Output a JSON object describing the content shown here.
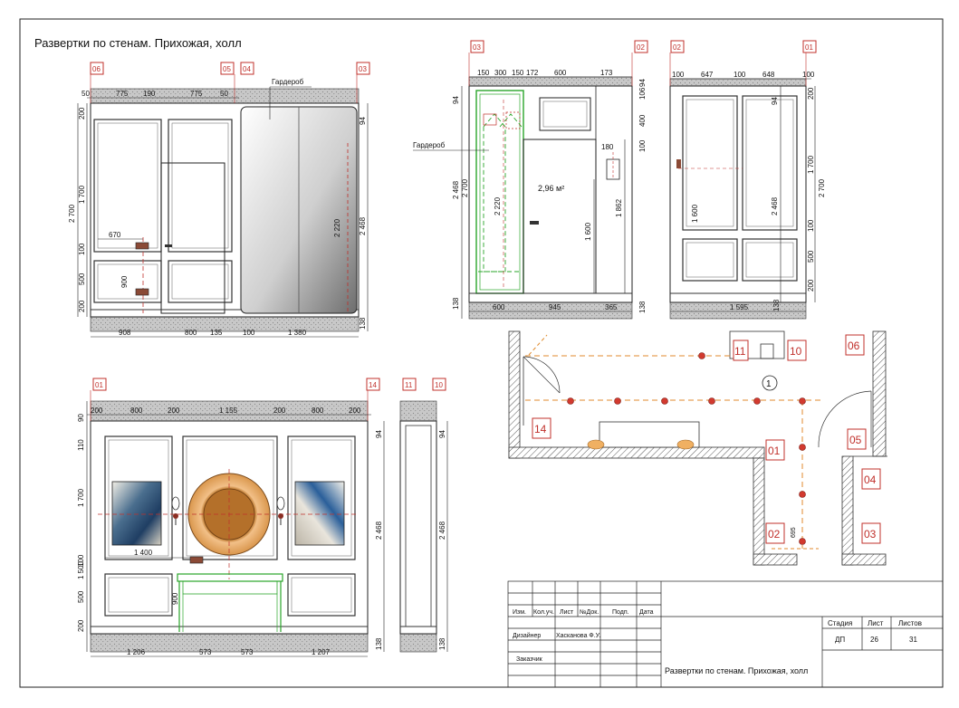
{
  "sheet_title": "Развертки по стенам. Прихожая, холл",
  "colors": {
    "red_tag": "#c0302b",
    "green": "#2aa52a",
    "orange": "#e08a2c",
    "floor": "#bdbdbd"
  },
  "view1": {
    "tags": [
      "06",
      "05",
      "04",
      "03"
    ],
    "top_dims": [
      "50",
      "775",
      "190",
      "775",
      "50"
    ],
    "label_wardrobe": "Гардероб",
    "left_dims": [
      "2 700",
      "1 700",
      "100",
      "500",
      "200",
      "200"
    ],
    "right_dims": [
      "94",
      "2 468",
      "138"
    ],
    "inner_dims": [
      "670",
      "900",
      "2 220"
    ],
    "bottom_dims": [
      "908",
      "800",
      "135",
      "100",
      "1 380"
    ]
  },
  "view2": {
    "tags": [
      "03",
      "02"
    ],
    "top_dims": [
      "150",
      "300",
      "150",
      "172",
      "600",
      "173"
    ],
    "label_wardrobe": "Гардероб",
    "area": "2,96 м²",
    "left_dims": [
      "94",
      "2 468",
      "2 700",
      "138"
    ],
    "inner_dims": [
      "2 220",
      "1 600",
      "1 862",
      "180",
      "400",
      "100",
      "106",
      "94"
    ],
    "bottom_dims": [
      "600",
      "945",
      "365"
    ],
    "right_dims": [
      "138"
    ]
  },
  "view3": {
    "tags": [
      "02",
      "01"
    ],
    "top_dims": [
      "100",
      "647",
      "100",
      "648",
      "100"
    ],
    "left_dims": [
      "1 600"
    ],
    "inner_dims": [
      "94",
      "2 468"
    ],
    "right_dims": [
      "200",
      "1 700",
      "2 700",
      "100",
      "500",
      "200"
    ],
    "bottom_dims": [
      "1 595",
      "138"
    ]
  },
  "view4": {
    "tags": [
      "01",
      "14"
    ],
    "top_dims": [
      "200",
      "800",
      "200",
      "1 155",
      "200",
      "800",
      "200"
    ],
    "left_dims": [
      "90",
      "110",
      "1 700",
      "100",
      "1 500",
      "500",
      "900",
      "200"
    ],
    "inner_dims": [
      "1 400"
    ],
    "right_dims": [
      "94",
      "2 468",
      "138"
    ],
    "bottom_dims": [
      "1 206",
      "573",
      "573",
      "1 207"
    ]
  },
  "view5": {
    "tags": [
      "11",
      "10"
    ],
    "right_dims": [
      "94",
      "2 468",
      "138"
    ]
  },
  "plan": {
    "tags": [
      "11",
      "10",
      "06",
      "14",
      "01",
      "05",
      "04",
      "02",
      "03"
    ],
    "room_number": "1",
    "dim": "695"
  },
  "title_block": {
    "headers": [
      "Изм.",
      "Кол.уч.",
      "Лист",
      "№Док.",
      "Подп.",
      "Дата"
    ],
    "designer_label": "Дизайнер",
    "designer_name": "Хасканова Ф.У.",
    "client_label": "Заказчик",
    "stage_label": "Стадия",
    "sheet_label": "Лист",
    "sheets_label": "Листов",
    "stage": "ДП",
    "sheet": "26",
    "sheets": "31",
    "title": "Развертки по стенам. Прихожая, холл"
  }
}
